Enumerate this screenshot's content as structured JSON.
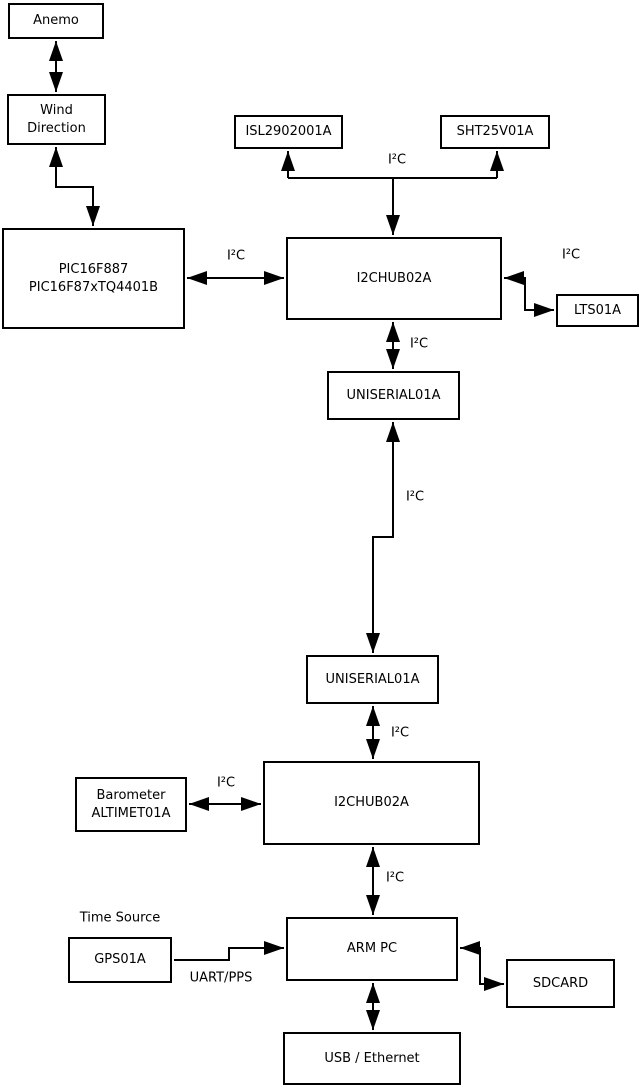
{
  "diagram": {
    "type": "block-diagram",
    "background_color": "#ffffff",
    "line_color": "#000000",
    "boxes": {
      "anemo": {
        "label": "Anemo"
      },
      "wind": {
        "label": "Wind\nDirection"
      },
      "pic": {
        "label": "PIC16F887\nPIC16F87xTQ4401B"
      },
      "isl": {
        "label": "ISL2902001A"
      },
      "sht": {
        "label": "SHT25V01A"
      },
      "hub1": {
        "label": "I2CHUB02A"
      },
      "lts": {
        "label": "LTS01A"
      },
      "uniserial1": {
        "label": "UNISERIAL01A"
      },
      "uniserial2": {
        "label": "UNISERIAL01A"
      },
      "hub2": {
        "label": "I2CHUB02A"
      },
      "barometer": {
        "label": "Barometer\nALTIMET01A"
      },
      "gps": {
        "label": "GPS01A"
      },
      "armpc": {
        "label": "ARM PC"
      },
      "sdcard": {
        "label": "SDCARD"
      },
      "usb": {
        "label": "USB / Ethernet"
      }
    },
    "annotations": {
      "i2c": "I²C",
      "time_source": "Time Source",
      "uart_pps": "UART/PPS"
    },
    "connections": [
      {
        "from": "Anemo",
        "to": "Wind Direction",
        "label": "",
        "bidirectional": true
      },
      {
        "from": "Wind Direction",
        "to": "PIC16F887 PIC16F87xTQ4401B",
        "label": "",
        "bidirectional": true
      },
      {
        "from": "PIC16F887 PIC16F87xTQ4401B",
        "to": "I2CHUB02A",
        "label": "I²C",
        "bidirectional": true
      },
      {
        "from": "I2CHUB02A",
        "to": "ISL2902001A",
        "label": "I²C",
        "bidirectional": false
      },
      {
        "from": "I2CHUB02A",
        "to": "SHT25V01A",
        "label": "I²C",
        "bidirectional": false
      },
      {
        "from": "I2CHUB02A",
        "to": "LTS01A",
        "label": "I²C",
        "bidirectional": true
      },
      {
        "from": "I2CHUB02A",
        "to": "UNISERIAL01A",
        "label": "I²C",
        "bidirectional": true
      },
      {
        "from": "UNISERIAL01A",
        "to": "UNISERIAL01A",
        "label": "I²C",
        "bidirectional": true
      },
      {
        "from": "UNISERIAL01A",
        "to": "I2CHUB02A",
        "label": "I²C",
        "bidirectional": true
      },
      {
        "from": "Barometer ALTIMET01A",
        "to": "I2CHUB02A",
        "label": "I²C",
        "bidirectional": true
      },
      {
        "from": "I2CHUB02A",
        "to": "ARM PC",
        "label": "I²C",
        "bidirectional": true
      },
      {
        "from": "GPS01A",
        "to": "ARM PC",
        "label": "UART/PPS",
        "bidirectional": false
      },
      {
        "from": "ARM PC",
        "to": "SDCARD",
        "label": "",
        "bidirectional": true
      },
      {
        "from": "ARM PC",
        "to": "USB / Ethernet",
        "label": "",
        "bidirectional": true
      }
    ]
  }
}
